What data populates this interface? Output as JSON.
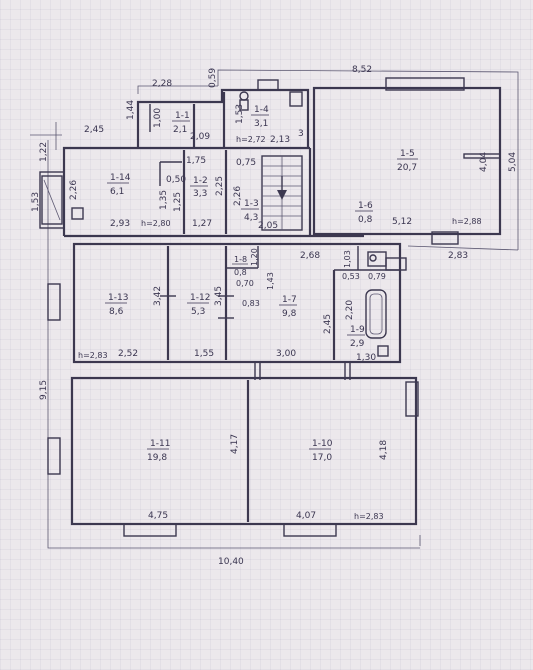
{
  "rooms": [
    {
      "id": "1-1",
      "area": "2,1"
    },
    {
      "id": "1-2",
      "area": "3,3"
    },
    {
      "id": "1-3",
      "area": "4,3"
    },
    {
      "id": "1-4",
      "area": "3,1"
    },
    {
      "id": "1-5",
      "area": "20,7"
    },
    {
      "id": "1-6",
      "area": "0,8"
    },
    {
      "id": "1-7",
      "area": "9,8"
    },
    {
      "id": "1-8",
      "area": "0,8"
    },
    {
      "id": "1-9",
      "area": "2,9"
    },
    {
      "id": "1-10",
      "area": "17,0"
    },
    {
      "id": "1-11",
      "area": "19,8"
    },
    {
      "id": "1-12",
      "area": "5,3"
    },
    {
      "id": "1-13",
      "area": "8,6"
    },
    {
      "id": "1-14",
      "area": "6,1"
    }
  ],
  "heights": {
    "h1": "h=2,72",
    "h2": "h=2,80",
    "h3": "h=2,88",
    "h4": "h=2,83",
    "h5": "h=2,83"
  },
  "dims": {
    "d852": "8,52",
    "d228": "2,28",
    "d059": "0,59",
    "d144": "1,44",
    "d100": "1,00",
    "d153a": "1,53",
    "d209": "2,09",
    "d213": "2,13",
    "d245a": "2,45",
    "d122": "1,22",
    "d175": "1,75",
    "d075": "0,75",
    "d050": "0,50",
    "d135": "1,35",
    "d125": "1,25",
    "d226a": "2,26",
    "d225": "2,25",
    "d226b": "2,26",
    "d153b": "1,53",
    "d293": "2,93",
    "d127": "1,27",
    "d205": "2,05",
    "d512": "5,12",
    "d404": "4,04",
    "d504": "5,04",
    "d283a": "2,83",
    "d268": "2,68",
    "d103": "1,03",
    "d053": "0,53",
    "d079": "0,79",
    "d120": "1,20",
    "d070": "0,70",
    "d083": "0,83",
    "d143": "1,43",
    "d342": "3,42",
    "d345": "3,45",
    "d220": "2,20",
    "d245b": "2,45",
    "d252": "2,52",
    "d155": "1,55",
    "d300": "3,00",
    "d130": "1,30",
    "d915": "9,15",
    "d417": "4,17",
    "d418": "4,18",
    "d475": "4,75",
    "d407": "4,07",
    "d1040": "10,40",
    "d3x": "3"
  }
}
